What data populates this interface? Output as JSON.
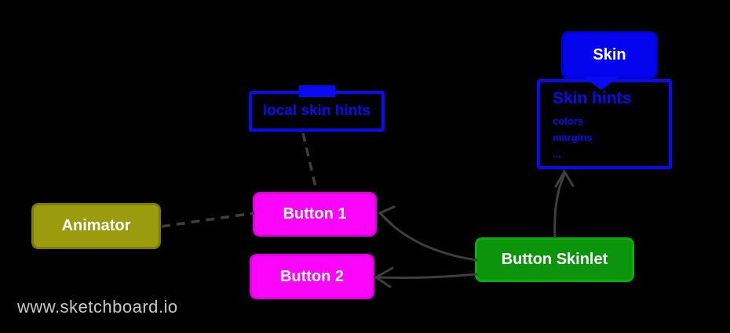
{
  "watermark": {
    "label": "www.sketchboard.io"
  },
  "colors": {
    "blue": "#0b0bf2",
    "magenta": "#fb06fb",
    "olive": "#9b9b0e",
    "green": "#0c950c",
    "edge_gray": "#3e3e3e",
    "watermark_gray": "#c8c8c8",
    "background": "#000000",
    "node_text": "#ffffff"
  },
  "nodes": {
    "skin": {
      "label": "Skin"
    },
    "skin_hints": {
      "title": "Skin hints",
      "items": [
        "colors",
        "margins",
        "..."
      ]
    },
    "local_skin_hints": {
      "label": "local skin hints"
    },
    "animator": {
      "label": "Animator"
    },
    "button1": {
      "label": "Button 1"
    },
    "button2": {
      "label": "Button 2"
    },
    "button_skinlet": {
      "label": "Button Skinlet"
    }
  },
  "edges": [
    {
      "from": "skin",
      "to": "skin-hints",
      "style": "attached-note",
      "arrow": false
    },
    {
      "from": "animator",
      "to": "button1",
      "style": "dashed",
      "arrow": false
    },
    {
      "from": "local-skin-hints",
      "to": "button1",
      "style": "dashed",
      "arrow": false
    },
    {
      "from": "button-skinlet",
      "to": "button1",
      "style": "solid",
      "arrow": true
    },
    {
      "from": "button-skinlet",
      "to": "button2",
      "style": "solid",
      "arrow": true
    },
    {
      "from": "button-skinlet",
      "to": "skin-hints",
      "style": "solid",
      "arrow": true
    }
  ]
}
